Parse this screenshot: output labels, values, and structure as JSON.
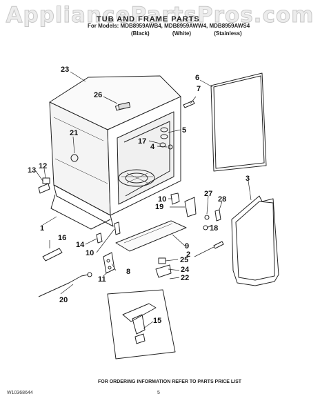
{
  "watermark": "AppliancePartsPros.com",
  "header": {
    "title": "TUB AND FRAME PARTS",
    "models": "For Models: MDB8959AWB4, MDB8959AWW4, MDB8959AWS4",
    "variants": [
      "(Black)",
      "(White)",
      "(Stainless)"
    ]
  },
  "callouts": [
    "23",
    "26",
    "6",
    "7",
    "5",
    "21",
    "17",
    "4",
    "13",
    "12",
    "3",
    "27",
    "28",
    "10",
    "19",
    "18",
    "1",
    "16",
    "14",
    "10",
    "9",
    "2",
    "25",
    "8",
    "11",
    "24",
    "22",
    "20",
    "15"
  ],
  "footer": {
    "note": "FOR ORDERING INFORMATION REFER TO PARTS PRICE LIST",
    "doc_number": "W10368644",
    "page": "5"
  }
}
